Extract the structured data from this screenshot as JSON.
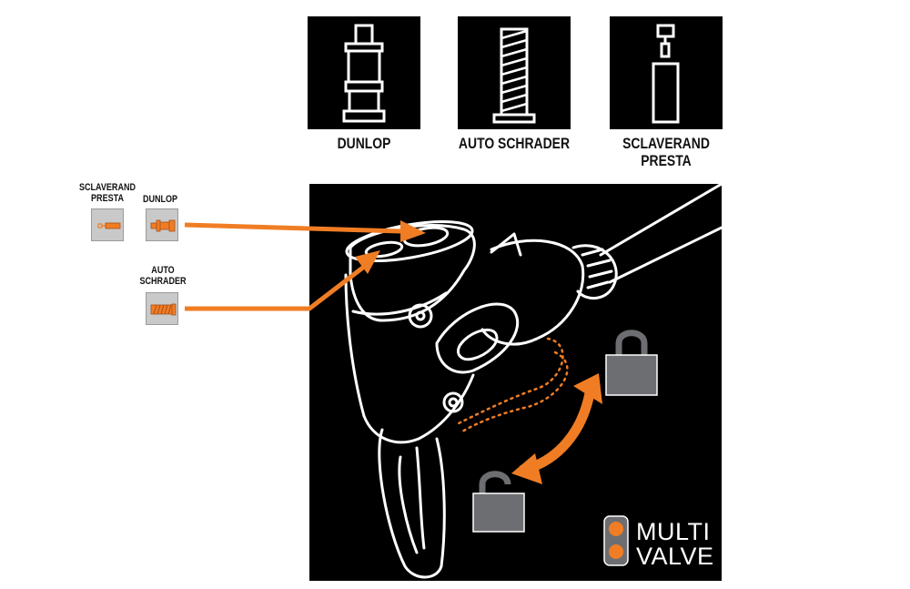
{
  "valve_types": [
    {
      "icon": "dunlop-valve-icon",
      "lines": [
        "DUNLOP"
      ]
    },
    {
      "icon": "auto-schrader-valve-icon",
      "lines": [
        "AUTO SCHRADER"
      ]
    },
    {
      "icon": "sclaverand-presta-valve-icon",
      "lines": [
        "SCLAVERAND",
        "PRESTA"
      ]
    }
  ],
  "inputs": {
    "sclaverand_presta": [
      "SCLAVERAND",
      "PRESTA"
    ],
    "dunlop": [
      "DUNLOP"
    ],
    "auto_schrader": [
      "AUTO",
      "SCHRADER"
    ]
  },
  "badge": {
    "line1": "MULTI",
    "line2": "VALVE"
  },
  "colors": {
    "accent": "#f07d24",
    "panel": "#000000",
    "lock": "#6d6e71",
    "thumb": "#c9c9c9"
  }
}
